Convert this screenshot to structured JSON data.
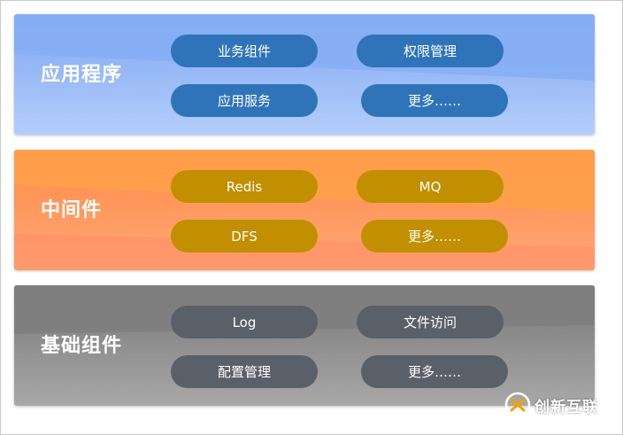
{
  "layers": [
    {
      "title": "应用程序",
      "items": [
        "业务组件",
        "权限管理",
        "应用服务",
        "更多……"
      ],
      "colors": {
        "bg_top": "#7fa8f2",
        "bg_bottom": "#b3cdfb",
        "band": "#9bbcf8",
        "pill": "#2f74b8"
      }
    },
    {
      "title": "中间件",
      "items": [
        "Redis",
        "MQ",
        "DFS",
        "更多……"
      ],
      "colors": {
        "bg_top": "#ff8c4a",
        "bg_bottom": "#ffb07c",
        "band": "#ff9d5c",
        "pill": "#c18f00"
      }
    },
    {
      "title": "基础组件",
      "items": [
        "Log",
        "文件访问",
        "配置管理",
        "更多……"
      ],
      "colors": {
        "bg_top": "#7a7a7a",
        "bg_bottom": "#a6a6a6",
        "band": "#8f8f8f",
        "pill": "#5a6068"
      }
    }
  ],
  "watermark": {
    "text": "创新互联",
    "icon": "logo-x-icon"
  }
}
